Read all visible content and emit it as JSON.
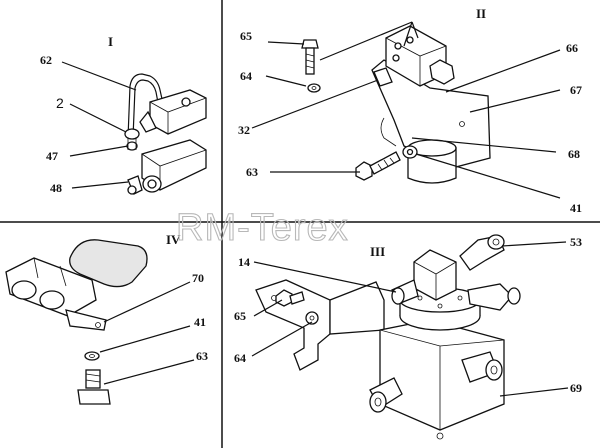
{
  "watermark": "RM-Terex",
  "panels": {
    "I": {
      "roman": "I",
      "callouts": {
        "c62": "62",
        "c2": "2",
        "c47": "47",
        "c48": "48"
      }
    },
    "II": {
      "roman": "II",
      "callouts": {
        "c65": "65",
        "c64": "64",
        "c32": "32",
        "c66": "66",
        "c67": "67",
        "c68": "68",
        "c63": "63",
        "c41": "41"
      }
    },
    "IV": {
      "roman": "IV",
      "callouts": {
        "c70": "70",
        "c41": "41",
        "c63": "63"
      }
    },
    "III": {
      "roman": "III",
      "callouts": {
        "c14": "14",
        "c53": "53",
        "c65": "65",
        "c64": "64",
        "c69": "69"
      }
    }
  }
}
